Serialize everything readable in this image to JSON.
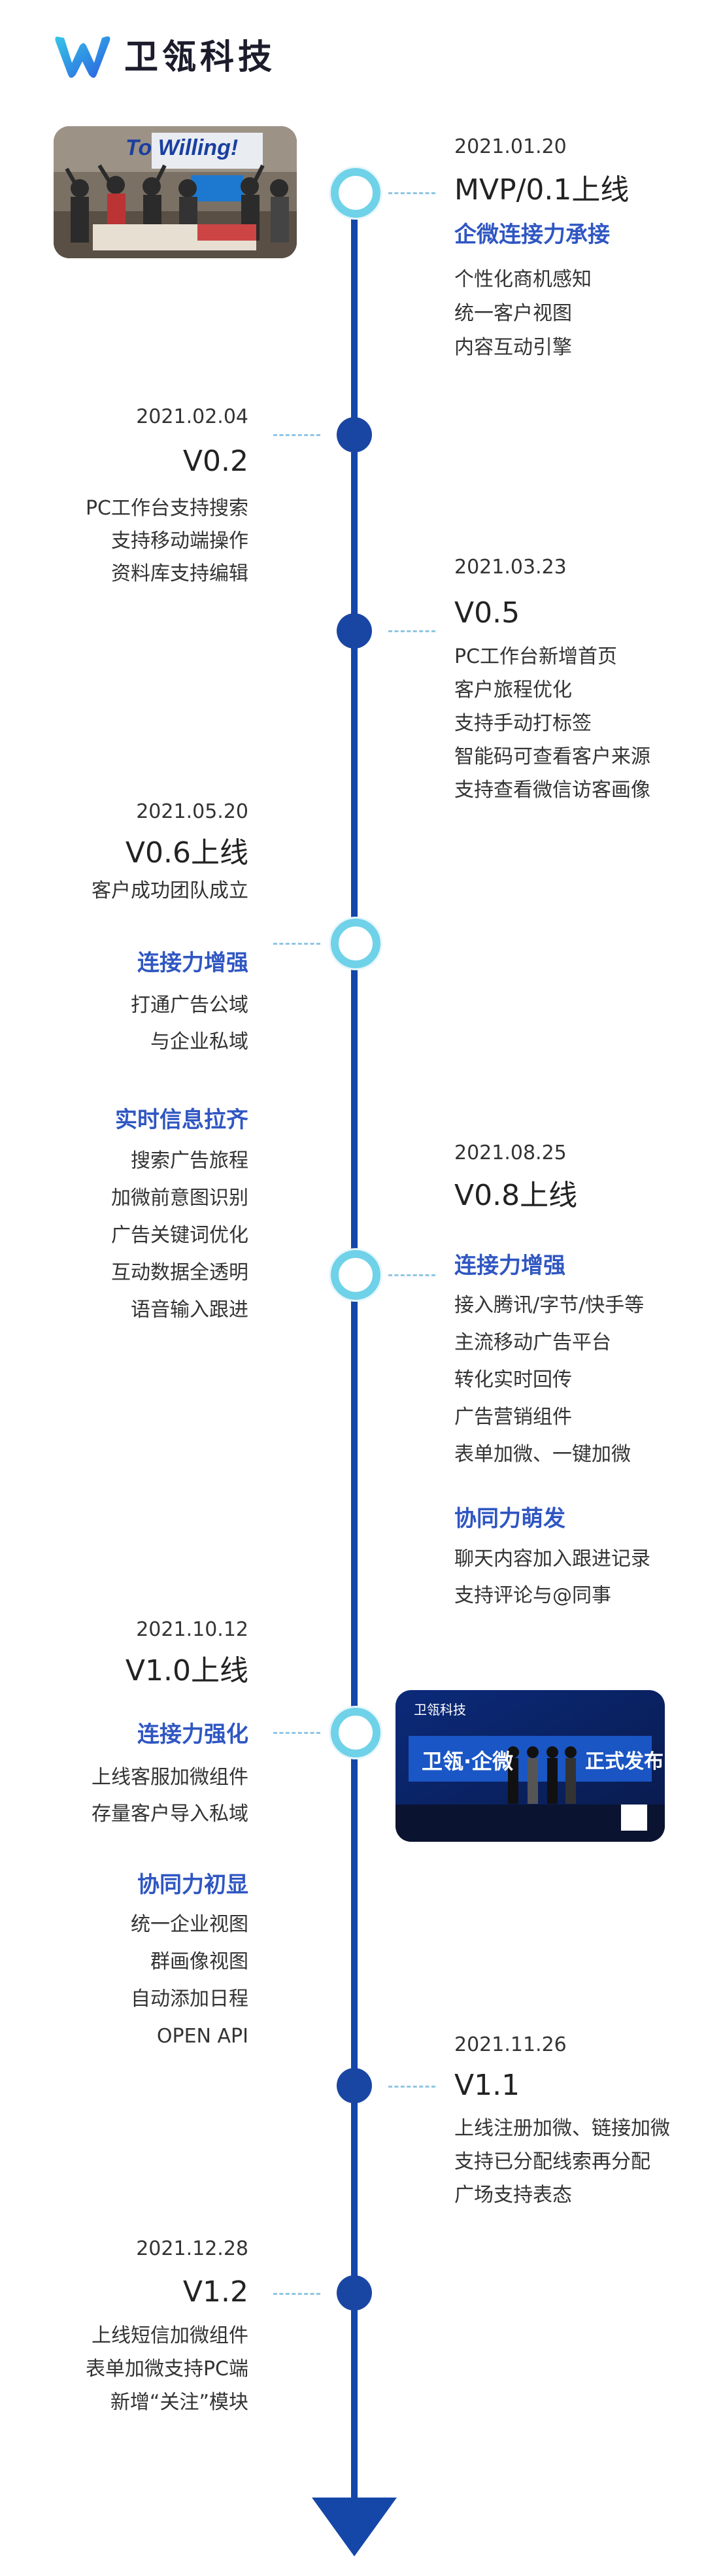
{
  "brand": {
    "name": "卫瓴科技"
  },
  "photos": {
    "team_banner": "To Willing!",
    "event_banner_title": "卫瓴·企微",
    "event_banner_sub": "正式发布",
    "event_logo": "卫瓴科技"
  },
  "milestones": {
    "m1": {
      "date": "2021.01.20",
      "version": "MVP/0.1上线",
      "heading": "企微连接力承接",
      "items": [
        "个性化商机感知",
        "统一客户视图",
        "内容互动引擎"
      ]
    },
    "m2": {
      "date": "2021.02.04",
      "version": "V0.2",
      "items": [
        "PC工作台支持搜索",
        "支持移动端操作",
        "资料库支持编辑"
      ]
    },
    "m3": {
      "date": "2021.03.23",
      "version": "V0.5",
      "items": [
        "PC工作台新增首页",
        "客户旅程优化",
        "支持手动打标签",
        "智能码可查看客户来源",
        "支持查看微信访客画像"
      ]
    },
    "m4": {
      "date": "2021.05.20",
      "version": "V0.6上线",
      "sub": "客户成功团队成立",
      "heading1": "连接力增强",
      "items1": [
        "打通广告公域",
        "与企业私域"
      ],
      "heading2": "实时信息拉齐",
      "items2": [
        "搜索广告旅程",
        "加微前意图识别",
        "广告关键词优化",
        "互动数据全透明",
        "语音输入跟进"
      ]
    },
    "m5": {
      "date": "2021.08.25",
      "version": "V0.8上线",
      "heading1": "连接力增强",
      "items1": [
        "接入腾讯/字节/快手等",
        "主流移动广告平台",
        "转化实时回传",
        "广告营销组件",
        "表单加微、一键加微"
      ],
      "heading2": "协同力萌发",
      "items2": [
        "聊天内容加入跟进记录",
        "支持评论与@同事"
      ]
    },
    "m6": {
      "date": "2021.10.12",
      "version": "V1.0上线",
      "heading1": "连接力强化",
      "items1": [
        "上线客服加微组件",
        "存量客户导入私域"
      ],
      "heading2": "协同力初显",
      "items2": [
        "统一企业视图",
        "群画像视图",
        "自动添加日程",
        "OPEN API"
      ]
    },
    "m7": {
      "date": "2021.11.26",
      "version": "V1.1",
      "items": [
        "上线注册加微、链接加微",
        "支持已分配线索再分配",
        "广场支持表态"
      ]
    },
    "m8": {
      "date": "2021.12.28",
      "version": "V1.2",
      "items": [
        "上线短信加微组件",
        "表单加微支持PC端",
        "新增“关注”模块"
      ]
    }
  },
  "colors": {
    "axis": "#1547a8",
    "ring": "#6fd2e8",
    "heading": "#2f56c2"
  }
}
